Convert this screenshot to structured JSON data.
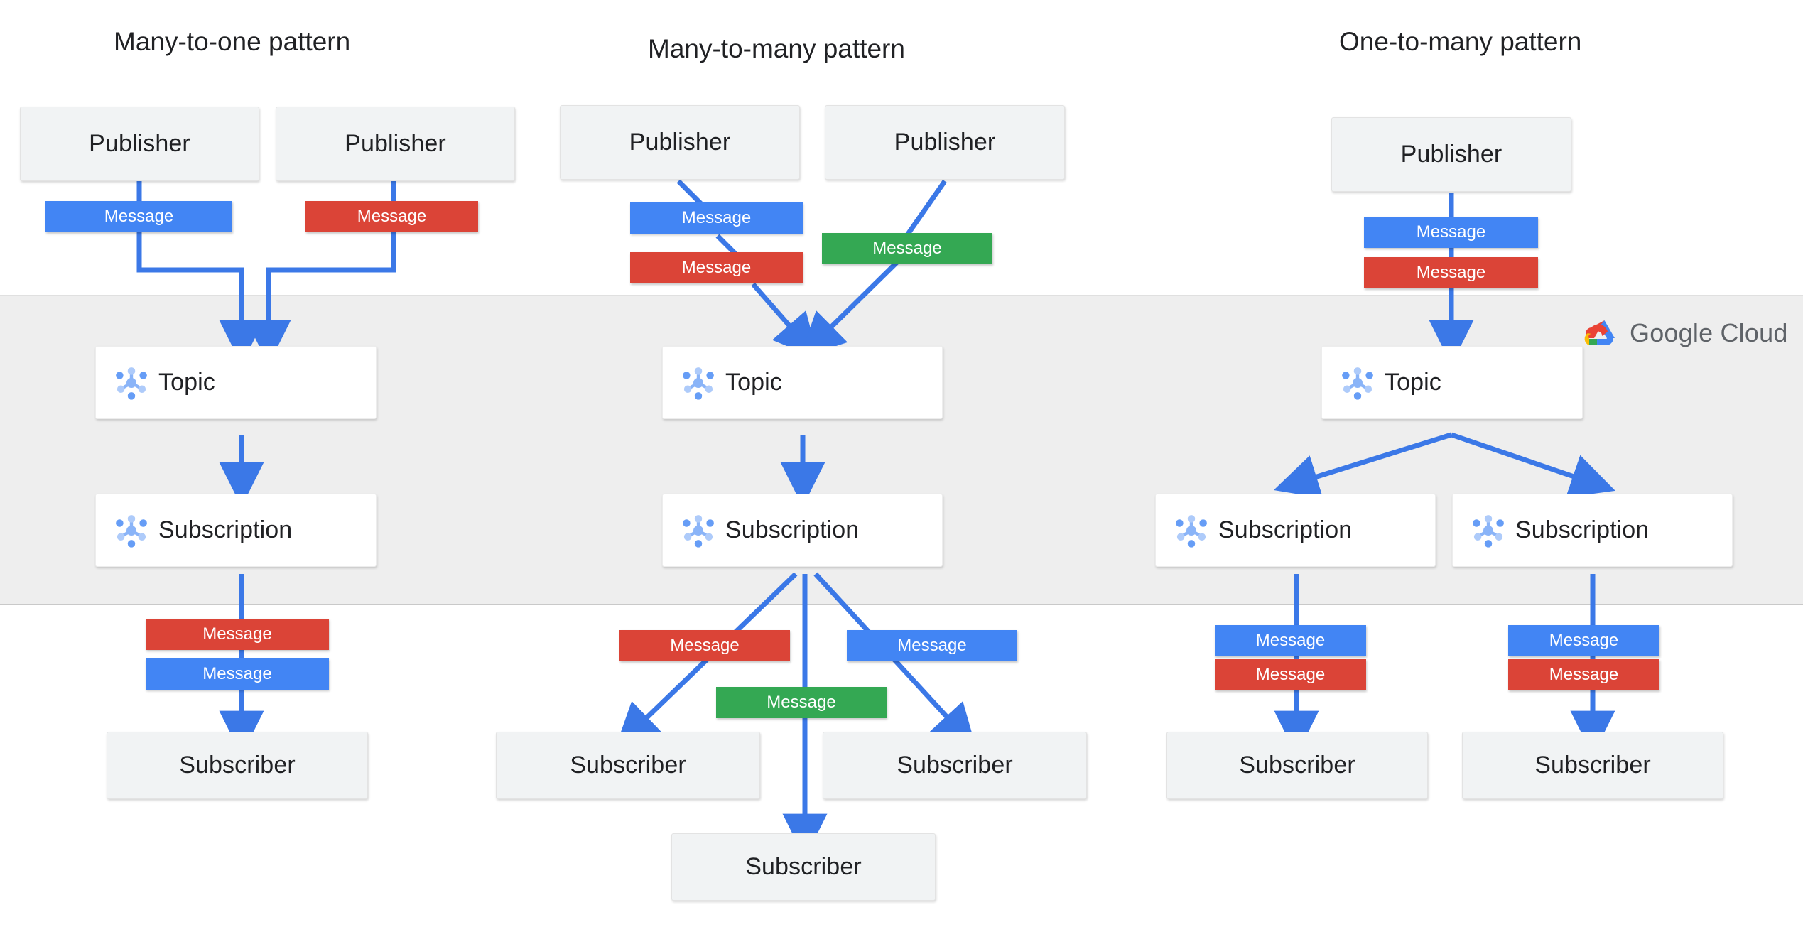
{
  "brand": {
    "logo_icon": "google-cloud-logo-icon",
    "name": "Google Cloud",
    "band_color": "#EEEEEE",
    "colors": {
      "blue": "#4285F4",
      "red": "#DB4437",
      "green": "#34A853",
      "node_fill": "#F1F3F4",
      "white_node_fill": "#FFFFFF",
      "text": "#202124",
      "logo_text": "#5F6368"
    }
  },
  "labels": {
    "publisher": "Publisher",
    "subscriber": "Subscriber",
    "topic": "Topic",
    "subscription": "Subscription",
    "message": "Message"
  },
  "patterns": [
    {
      "id": "many-to-one",
      "title": "Many-to-one pattern",
      "publishers": [
        "Publisher",
        "Publisher"
      ],
      "publish_messages": [
        "Message",
        "Message"
      ],
      "publish_message_colors": [
        "blue",
        "red"
      ],
      "topics": [
        "Topic"
      ],
      "subscriptions": [
        "Subscription"
      ],
      "deliver_messages": [
        "Message",
        "Message"
      ],
      "deliver_message_colors": [
        "red",
        "blue"
      ],
      "subscribers": [
        "Subscriber"
      ]
    },
    {
      "id": "many-to-many",
      "title": "Many-to-many  pattern",
      "publishers": [
        "Publisher",
        "Publisher"
      ],
      "publish_messages": [
        "Message",
        "Message",
        "Message"
      ],
      "publish_message_colors": [
        "blue",
        "red",
        "green"
      ],
      "topics": [
        "Topic"
      ],
      "subscriptions": [
        "Subscription"
      ],
      "deliver_messages": [
        "Message",
        "Message",
        "Message"
      ],
      "deliver_message_colors": [
        "red",
        "blue",
        "green"
      ],
      "subscribers": [
        "Subscriber",
        "Subscriber",
        "Subscriber"
      ]
    },
    {
      "id": "one-to-many",
      "title": "One-to-many pattern",
      "publishers": [
        "Publisher"
      ],
      "publish_messages": [
        "Message",
        "Message"
      ],
      "publish_message_colors": [
        "blue",
        "red"
      ],
      "topics": [
        "Topic"
      ],
      "subscriptions": [
        "Subscription",
        "Subscription"
      ],
      "deliver_messages": [
        "Message",
        "Message",
        "Message",
        "Message"
      ],
      "deliver_message_colors": [
        "blue",
        "red",
        "blue",
        "red"
      ],
      "subscribers": [
        "Subscriber",
        "Subscriber"
      ]
    }
  ]
}
